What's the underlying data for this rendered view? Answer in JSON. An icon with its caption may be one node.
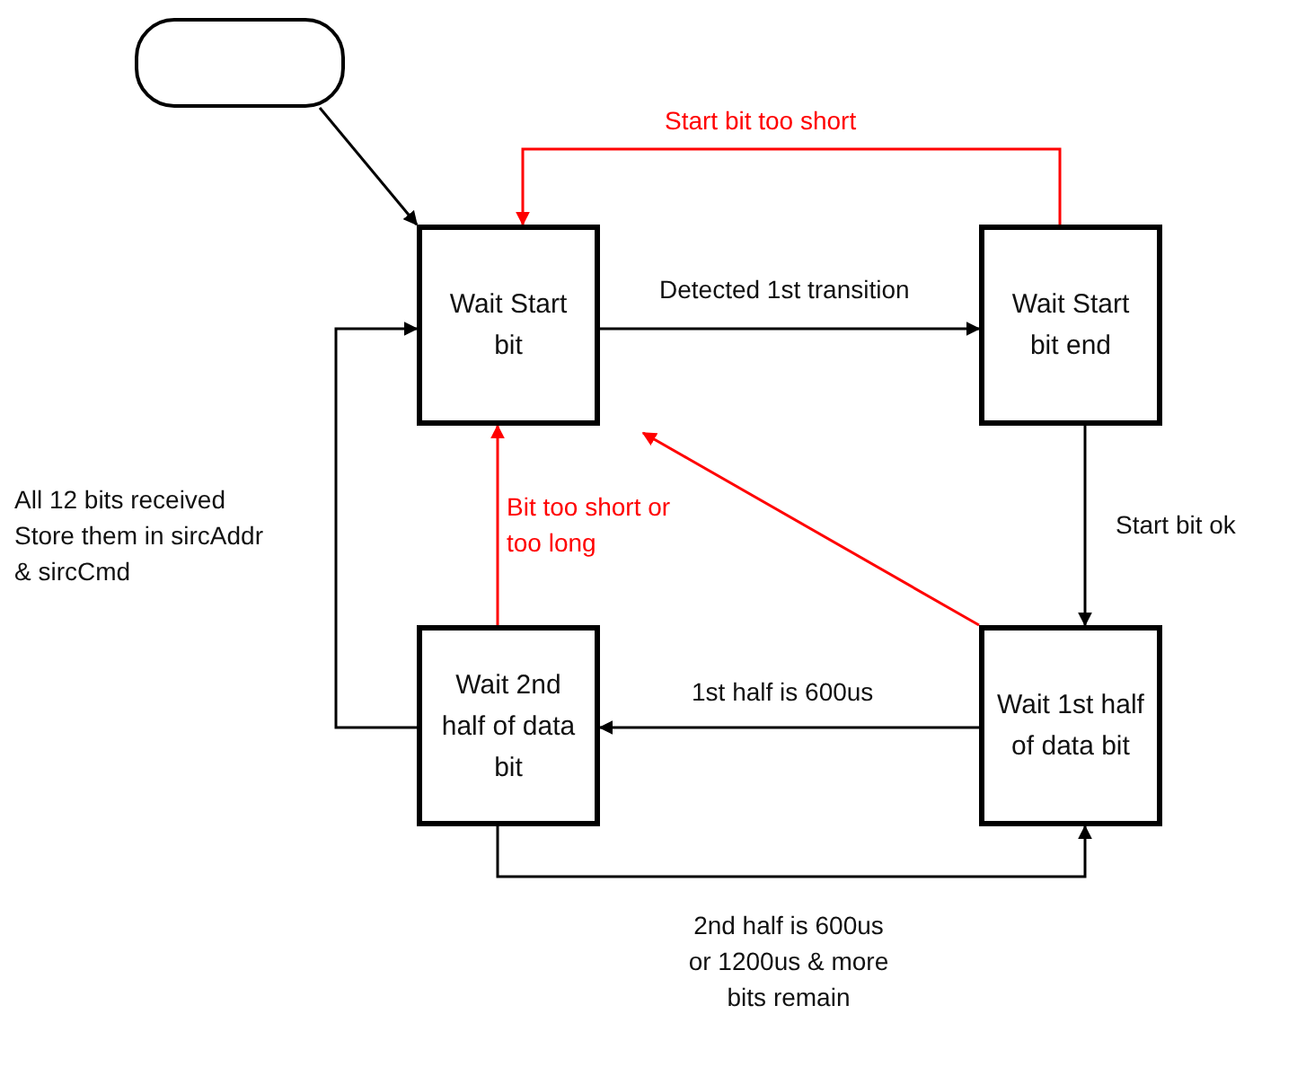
{
  "diagram": {
    "nodes": [
      {
        "text": [],
        "shape": "box"
      },
      {
        "text": [
          "Wait Start bit"
        ]
      },
      {
        "text": [
          "Wait Start bit end"
        ]
      },
      {
        "text": [
          "Wait 2nd half of data bit"
        ]
      },
      {
        "text": [
          "Wait 1st half of data bit"
        ]
      }
    ],
    "edges": [
      {
        "from": 0,
        "to": 1,
        "arrow": "to"
      },
      {
        "from": 2,
        "to": 1,
        "arrow": "to",
        "label": "Start bit too short",
        "color": "#ff0000"
      },
      {
        "from": 1,
        "to": 2,
        "arrow": "to",
        "label": "Detected 1st transition"
      },
      {
        "from": 2,
        "to": 4,
        "arrow": "to",
        "label": "Start bit ok"
      },
      {
        "from": 4,
        "to": 3,
        "arrow": "to",
        "label": "1st half is 600us"
      },
      {
        "from": 3,
        "to": 4,
        "arrow": "to",
        "label": "2nd half is 600us or 1200us & more bits remain"
      },
      {
        "from": 3,
        "to": 1,
        "arrow": "to",
        "label": "Bit too short or too long",
        "color": "#ff0000"
      },
      {
        "from": 4,
        "to": 1,
        "arrow": "to",
        "color": "#ff0000"
      },
      {
        "from": 3,
        "to": 1,
        "arrow": "to",
        "label": "All 12 bits received Store them in sircAddr & sircCmd"
      }
    ]
  }
}
